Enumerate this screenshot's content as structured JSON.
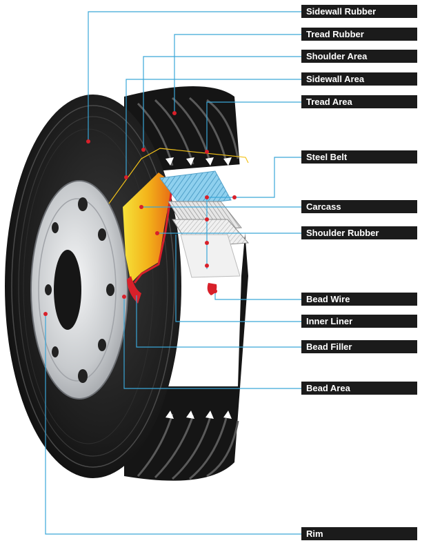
{
  "labels": [
    {
      "id": "sidewall-rubber",
      "text": "Sidewall Rubber"
    },
    {
      "id": "tread-rubber",
      "text": "Tread Rubber"
    },
    {
      "id": "shoulder-area",
      "text": "Shoulder Area"
    },
    {
      "id": "sidewall-area",
      "text": "Sidewall Area"
    },
    {
      "id": "tread-area",
      "text": "Tread Area"
    },
    {
      "id": "steel-belt",
      "text": "Steel Belt"
    },
    {
      "id": "carcass",
      "text": "Carcass"
    },
    {
      "id": "shoulder-rubber",
      "text": "Shoulder Rubber"
    },
    {
      "id": "bead-wire",
      "text": "Bead Wire"
    },
    {
      "id": "inner-liner",
      "text": "Inner Liner"
    },
    {
      "id": "bead-filler",
      "text": "Bead Filler"
    },
    {
      "id": "bead-area",
      "text": "Bead Area"
    },
    {
      "id": "rim",
      "text": "Rim"
    }
  ],
  "colors": {
    "label_background": "#1b1b1b",
    "label_text": "#ffffff",
    "leader_line": "#3aa6d8",
    "marker_dot": "#d8202a",
    "tire_rubber": "#1a1a1a",
    "rim_metal": "#c9ccd0",
    "steel_belt": "#7fc6e8",
    "bead_filler": "#f2c21a"
  }
}
